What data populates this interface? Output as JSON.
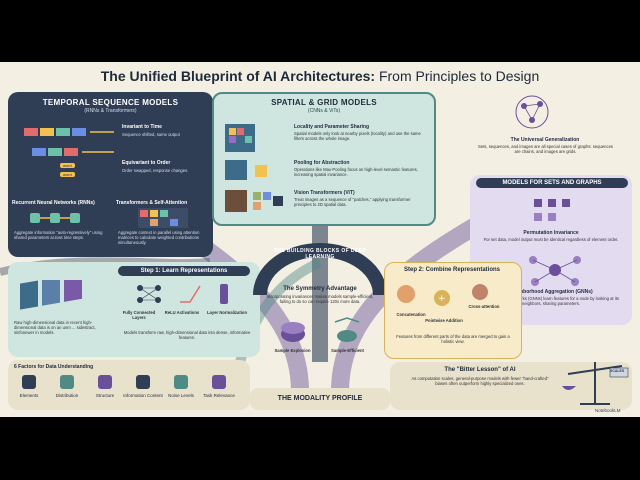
{
  "title": {
    "main": "The Unified Blueprint of AI Architectures:",
    "sub": "From Principles to Design"
  },
  "temporal": {
    "title": "TEMPORAL SEQUENCE MODELS",
    "subtitle": "(RNNs & Transformers)",
    "inv_title": "Invariant to Time",
    "inv_text": "Sequence shifted, same output",
    "eq_title": "Equivariant to Order",
    "eq_text": "Order swapped, response changes.",
    "rnn_title": "Recurrent Neural Networks (RNNs)",
    "rnn_text": "Aggregate information \"auto-regressively\" using shared parameters across time steps.",
    "tr_title": "Transformers & Self-Attention",
    "tr_text": "Aggregate context in parallel using attention matrices to calculate weighted contributions simultaneously.",
    "word1": "word",
    "word2": "word"
  },
  "spatial": {
    "title": "SPATIAL & GRID MODELS",
    "subtitle": "(CNNs & ViTs)",
    "loc_title": "Locality and Parameter Sharing",
    "loc_text": "Spatial models only look at nearby pixels (locality) and use the same filters across the whole image.",
    "pool_title": "Pooling for Abstraction",
    "pool_text": "Operations like Max-Pooling focus on high-level semantic features, increasing spatial invariance.",
    "vit_title": "Vision Transformers (ViT)",
    "vit_text": "Treat images as a sequence of \"patches,\" applying transformer principles to 2D spatial data."
  },
  "universal": {
    "title": "The Universal Generalization",
    "text": "Sets, sequences, and images are all special cases of graphs: sequences are chains, and images are grids."
  },
  "sets": {
    "title": "MODELS FOR SETS AND GRAPHS",
    "perm_title": "Permutation Invariance",
    "perm_text": "For set data, model output must be identical regardless of element order.",
    "gnn_title": "Neighborhood Aggregation (GNNs)",
    "gnn_text": "Graph Neural Networks (GNNs) learn features for a node by looking at its neighbors, sharing parameters."
  },
  "step1": {
    "title": "Step 1: Learn Representations",
    "raw_text": "Raw high-dimensional data in recent high-dimensional data is on an unm ... sidestract, sinfonewer in models.",
    "fc": "Fully Connected Layers",
    "relu": "ReLU Activations",
    "ln": "Layer Normalization",
    "text": "Models transform raw, high-dimensional data into dense, informative features."
  },
  "center": {
    "arc": "THE BUILDING BLOCKS OF DEEP LEARNING",
    "sym_title": "The Symmetry Advantage",
    "sym_text": "Incorporating invariances makes models sample-efficient, failing to do so can require 120x more data.",
    "explosion": "Sample Explosion",
    "efficient": "Sample-Efficient"
  },
  "step2": {
    "title": "Step 2: Combine Representations",
    "concat": "Concatenation",
    "pointwise": "Pointwise Addition",
    "cross": "Cross-attention",
    "text": "Features from different parts of the data are merged to gain a holistic view."
  },
  "factors": {
    "title": "6 Factors for Data Understanding",
    "items": [
      "Elements",
      "Distribution",
      "Structure",
      "Information Content",
      "Noise Levels",
      "Task Relevance"
    ]
  },
  "modality": "THE MODALITY PROFILE",
  "bitter": {
    "title": "The \"Bitter Lesson\" of AI",
    "text": "As computation scales, general-purpose models with fewer \"hand-crafted\" biases often outperform highly specialized ones.",
    "scales": "SCALES"
  },
  "brand": "NotebookLM",
  "colors": {
    "navy": "#2f3d55",
    "teal": "#cfe6e0",
    "lavender": "#e3dcf0",
    "cream": "#f7ebc9",
    "gold": "#f2c14e",
    "purple": "#6a4f9a"
  }
}
